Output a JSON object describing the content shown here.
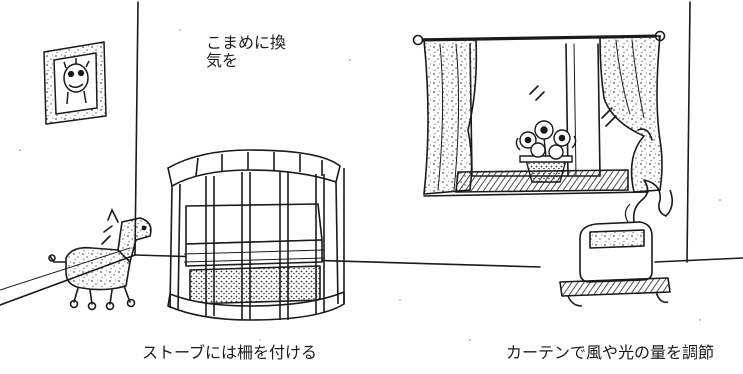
{
  "captions": {
    "ventilate": "こまめに換気を",
    "stove_guard": "ストーブには柵を付ける",
    "curtain": "カーテンで風や光の量を調節"
  },
  "colors": {
    "ink": "#1a1a1a",
    "paper": "#ffffff",
    "fabric_dots": "#555555"
  }
}
